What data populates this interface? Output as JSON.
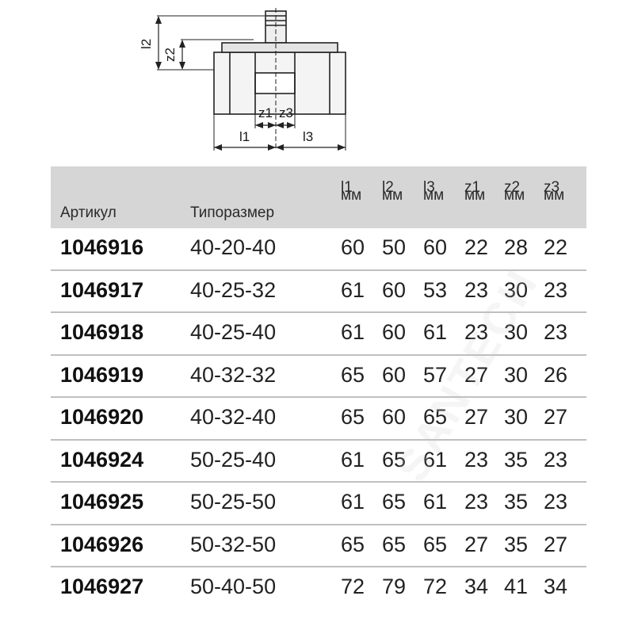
{
  "drawing": {
    "labels": {
      "l1": "l1",
      "l2": "l2",
      "l3": "l3",
      "z1": "z1",
      "z2": "z2",
      "z3": "z3"
    }
  },
  "table": {
    "headers": {
      "article": "Артикул",
      "size": "Типоразмер",
      "cols": [
        {
          "name": "l1",
          "unit": "мм"
        },
        {
          "name": "l2",
          "unit": "мм"
        },
        {
          "name": "l3",
          "unit": "мм"
        },
        {
          "name": "z1",
          "unit": "мм"
        },
        {
          "name": "z2",
          "unit": "мм"
        },
        {
          "name": "z3",
          "unit": "мм"
        }
      ]
    },
    "rows": [
      {
        "article": "1046916",
        "size": "40-20-40",
        "values": [
          "60",
          "50",
          "60",
          "22",
          "28",
          "22"
        ]
      },
      {
        "article": "1046917",
        "size": "40-25-32",
        "values": [
          "61",
          "60",
          "53",
          "23",
          "30",
          "23"
        ]
      },
      {
        "article": "1046918",
        "size": "40-25-40",
        "values": [
          "61",
          "60",
          "61",
          "23",
          "30",
          "23"
        ]
      },
      {
        "article": "1046919",
        "size": "40-32-32",
        "values": [
          "65",
          "60",
          "57",
          "27",
          "30",
          "26"
        ]
      },
      {
        "article": "1046920",
        "size": "40-32-40",
        "values": [
          "65",
          "60",
          "65",
          "27",
          "30",
          "27"
        ]
      },
      {
        "article": "1046924",
        "size": "50-25-40",
        "values": [
          "61",
          "65",
          "61",
          "23",
          "35",
          "23"
        ]
      },
      {
        "article": "1046925",
        "size": "50-25-50",
        "values": [
          "61",
          "65",
          "61",
          "23",
          "35",
          "23"
        ]
      },
      {
        "article": "1046926",
        "size": "50-32-50",
        "values": [
          "65",
          "65",
          "65",
          "27",
          "35",
          "27"
        ]
      },
      {
        "article": "1046927",
        "size": "50-40-50",
        "values": [
          "72",
          "79",
          "72",
          "34",
          "41",
          "34"
        ]
      }
    ]
  },
  "watermark": "SANTECH"
}
